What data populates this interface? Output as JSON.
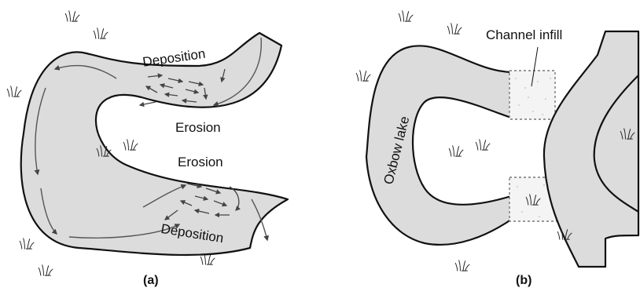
{
  "panel_a": {
    "caption": "(a)",
    "labels": {
      "deposition_top": "Deposition",
      "erosion_top": "Erosion",
      "erosion_bottom": "Erosion",
      "deposition_bottom": "Deposition"
    }
  },
  "panel_b": {
    "caption": "(b)",
    "labels": {
      "channel_infill": "Channel infill",
      "oxbow_lake": "Oxbow lake"
    }
  },
  "icons": [
    "grass-icon",
    "flow-arrow-icon"
  ]
}
